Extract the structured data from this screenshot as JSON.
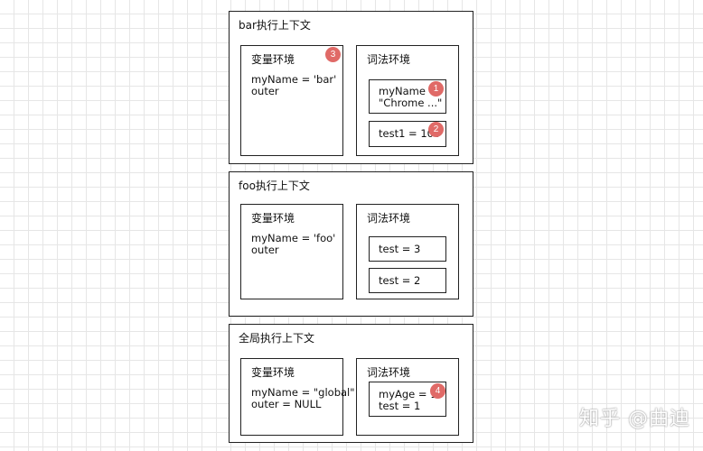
{
  "contexts": {
    "bar": {
      "title": "bar执行上下文",
      "variable_env": {
        "title": "变量环境",
        "lines": [
          "myName = 'bar'",
          "outer"
        ],
        "badge": "3"
      },
      "lexical_env": {
        "title": "词法环境",
        "items": [
          {
            "lines": [
              "myName =",
              "\"Chrome ...\""
            ],
            "badge": "1"
          },
          {
            "lines": [
              "test1 = 100"
            ],
            "badge": "2"
          }
        ]
      }
    },
    "foo": {
      "title": "foo执行上下文",
      "variable_env": {
        "title": "变量环境",
        "lines": [
          "myName = 'foo'",
          "outer"
        ]
      },
      "lexical_env": {
        "title": "词法环境",
        "items": [
          {
            "lines": [
              "test = 3"
            ]
          },
          {
            "lines": [
              "test = 2"
            ]
          }
        ]
      }
    },
    "global": {
      "title": "全局执行上下文",
      "variable_env": {
        "title": "变量环境",
        "lines": [
          "myName = \"global\"",
          "outer = NULL"
        ]
      },
      "lexical_env": {
        "title": "词法环境",
        "items": [
          {
            "lines": [
              "myAge = 10",
              "test = 1"
            ],
            "badge": "4"
          }
        ]
      }
    }
  },
  "watermark": "知乎 @曲迪",
  "colors": {
    "badge": "#e06a67",
    "border": "#222222",
    "grid": "#e6e6e6"
  }
}
